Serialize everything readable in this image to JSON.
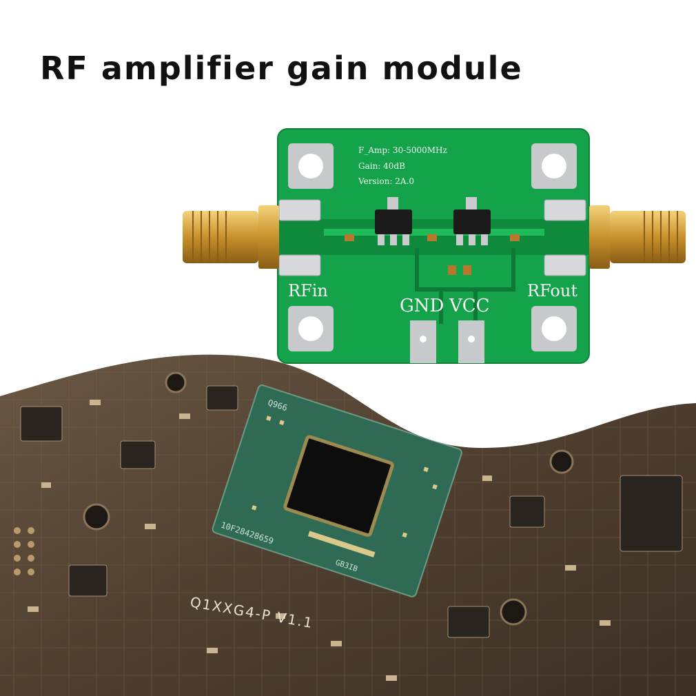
{
  "title": "RF amplifier gain module",
  "module": {
    "spec_lines": [
      "F_Amp: 30-5000MHz",
      "Gain: 40dB",
      "Version: 2A.0"
    ],
    "label_in": "RFin",
    "label_out": "RFout",
    "label_gnd": "GND",
    "label_vcc": "VCC"
  },
  "board": {
    "silk_bottom": "Q1XXG4-P  V1.1",
    "chip_code_1": "Q966",
    "chip_code_2": "10F28428659",
    "chip_code_3": "GB3IB"
  },
  "colors": {
    "pcb_green": "#14a34a",
    "pcb_green_dark": "#0f8a3c",
    "gold": "#d2a23a",
    "board_brown": "#5b4a38",
    "chip_green": "#2f6a55"
  }
}
